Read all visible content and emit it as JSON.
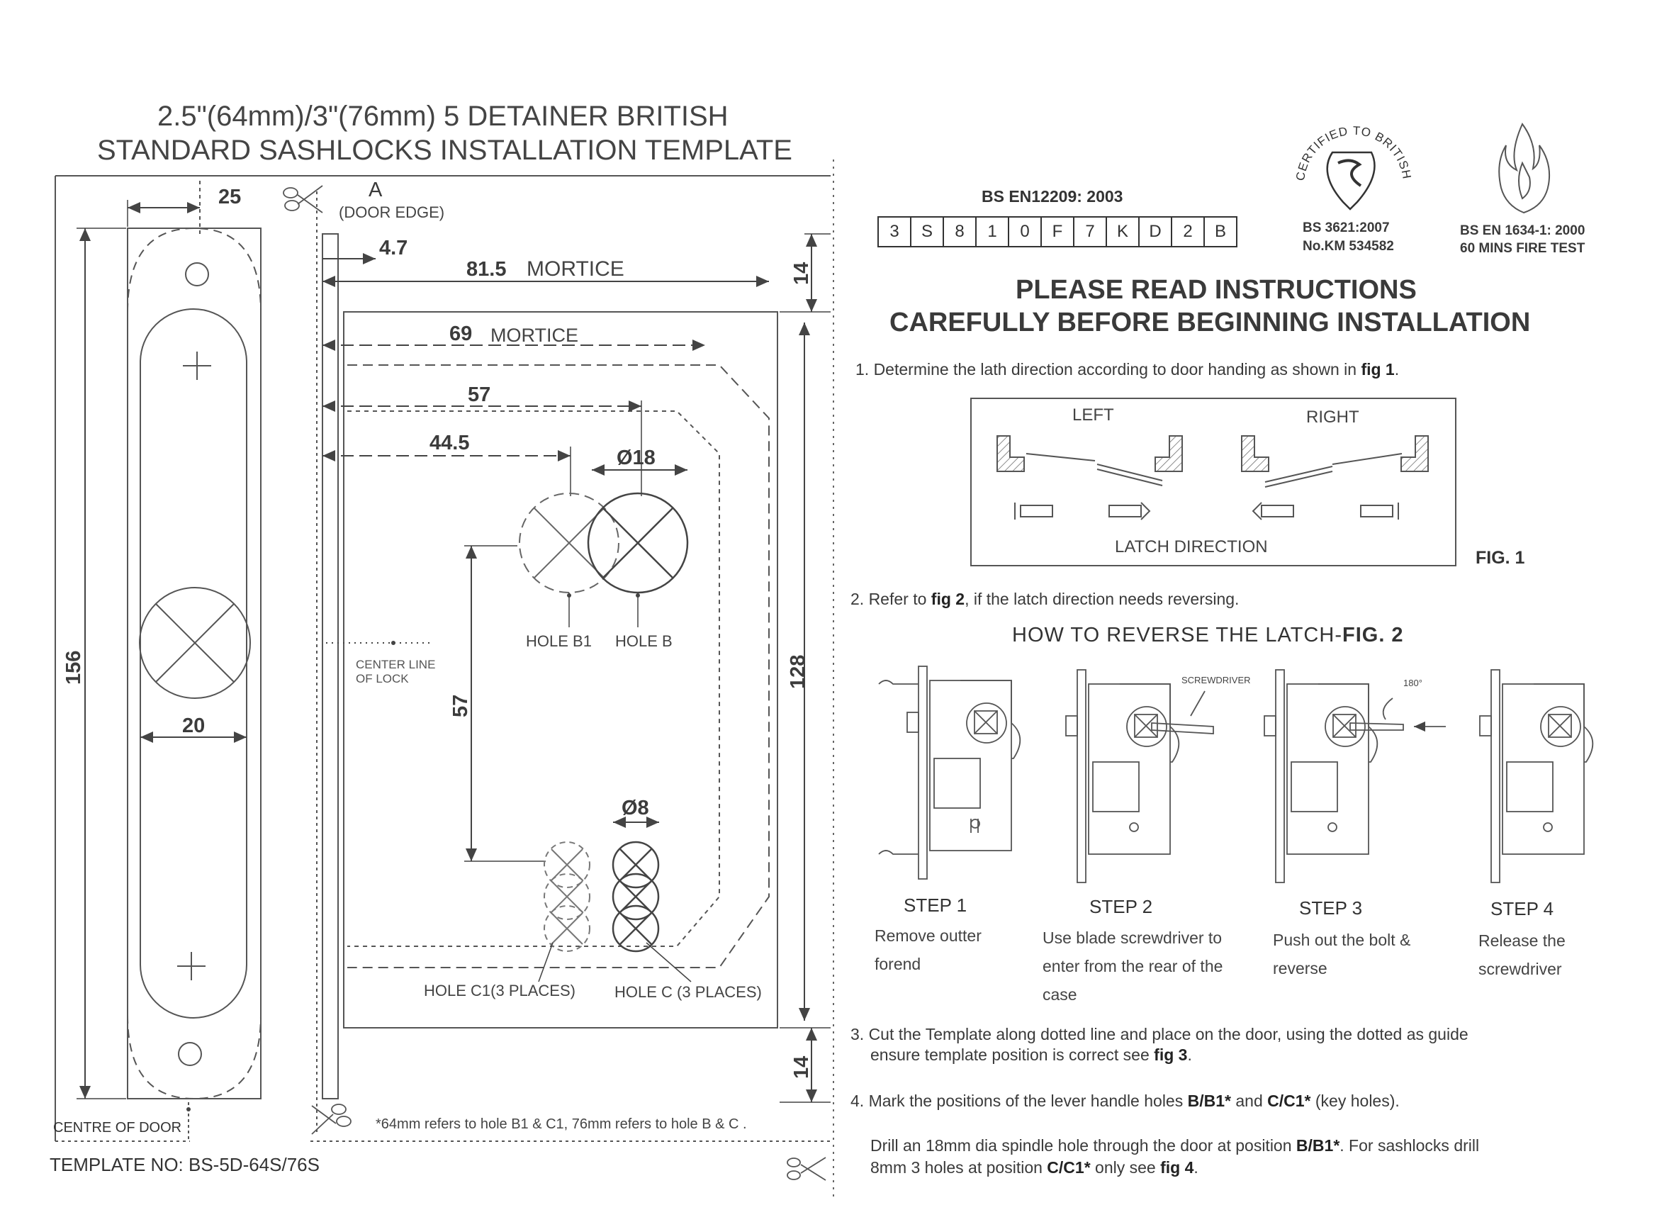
{
  "template": {
    "title_line1": "2.5\"(64mm)/3\"(76mm) 5 DETAINER BRITISH",
    "title_line2": "STANDARD SASHLOCKS INSTALLATION TEMPLATE",
    "label_a": "A",
    "label_door_edge": "(DOOR EDGE)",
    "dims": {
      "d25": "25",
      "d4_7": "4.7",
      "d81_5": "81.5",
      "mortice1": "MORTICE",
      "d69": "69",
      "mortice2": "MORTICE",
      "d57_h": "57",
      "d44_5": "44.5",
      "d18": "Ø18",
      "d8": "Ø8",
      "d20": "20",
      "d156": "156",
      "d57_v": "57",
      "d128": "128",
      "d14_top": "14",
      "d14_bottom": "14"
    },
    "hole_b1": "HOLE  B1",
    "hole_b": "HOLE  B",
    "hole_c1": "HOLE  C1(3 PLACES)",
    "hole_c": "HOLE  C (3 PLACES)",
    "center_line_1": "CENTER LINE",
    "center_line_2": "OF LOCK",
    "centre_of_door": "CENTRE OF DOOR",
    "footnote": "*64mm refers to hole B1 & C1, 76mm refers to hole B & C .",
    "template_no": "TEMPLATE  NO: BS-5D-64S/76S"
  },
  "certification": {
    "standard": "BS EN12209: 2003",
    "code_cells": [
      "3",
      "S",
      "8",
      "1",
      "0",
      "F",
      "7",
      "K",
      "D",
      "2",
      "B"
    ],
    "kitemark_ring": "CERTIFIED TO BRITISH STANDARD",
    "kitemark_line1": "BS 3621:2007",
    "kitemark_line2": "No.KM 534582",
    "fire_line1": "BS EN 1634-1: 2000",
    "fire_line2": "60 MINS FIRE TEST"
  },
  "instructions": {
    "heading_line1": "PLEASE READ INSTRUCTIONS",
    "heading_line2": "CAREFULLY BEFORE BEGINNING INSTALLATION",
    "step1_prefix": "1. Determine the lath direction according to door handing as shown in ",
    "step1_bold": "fig 1",
    "step1_suffix": ".",
    "fig1": {
      "left": "LEFT",
      "right": "RIGHT",
      "latch_direction": "LATCH   DIRECTION",
      "caption": "FIG. 1"
    },
    "step2_prefix": "2. Refer to ",
    "step2_bold": "fig 2",
    "step2_suffix": ", if the latch direction needs reversing.",
    "fig2_title_prefix": "HOW  TO  REVERSE  THE  LATCH-",
    "fig2_title_bold": "FIG. 2",
    "screwdriver_label": "SCREWDRIVER",
    "angle_label": "180°",
    "steps": [
      {
        "title": "STEP 1",
        "text": "Remove outter forend"
      },
      {
        "title": "STEP 2",
        "text": "Use blade screwdriver to enter from the rear of the case"
      },
      {
        "title": "STEP 3",
        "text": "Push out the bolt & reverse"
      },
      {
        "title": "STEP 4",
        "text": "Release the screwdriver"
      }
    ],
    "step3_line1": "3. Cut the Template along dotted line and place on the door, using the dotted as guide",
    "step3_line2_prefix": "ensure template position is correct see ",
    "step3_line2_bold": "fig 3",
    "step3_line2_suffix": ".",
    "step4_prefix": "4. Mark the positions of the lever handle holes ",
    "step4_bold1": "B/B1*",
    "step4_mid": " and ",
    "step4_bold2": "C/C1*",
    "step4_suffix": " (key holes).",
    "drill_line1_prefix": "Drill an 18mm dia spindle hole through the door at position ",
    "drill_line1_bold": "B/B1*",
    "drill_line1_suffix": ". For sashlocks drill",
    "drill_line2_prefix": "8mm 3 holes at position ",
    "drill_line2_bold": "C/C1*",
    "drill_line2_mid": " only see ",
    "drill_line2_bold2": "fig 4",
    "drill_line2_suffix": "."
  }
}
